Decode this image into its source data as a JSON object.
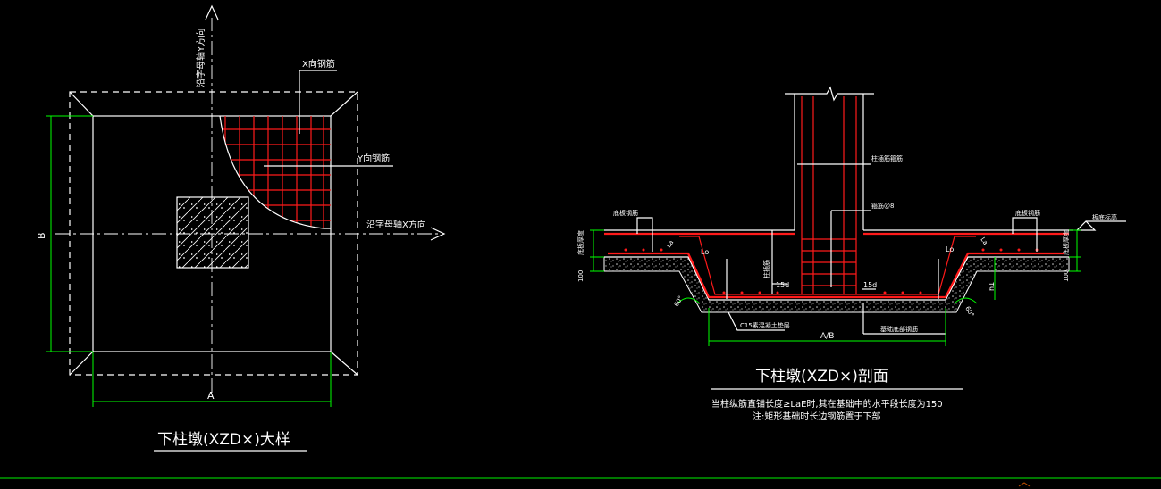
{
  "plan": {
    "title": "下柱墩(XZD×)大样",
    "label_x_bar": "X向钢筋",
    "label_y_bar": "Y向钢筋",
    "label_axis_x": "沿字母轴X方向",
    "label_axis_y": "沿字母轴Y方向",
    "dim_a": "A",
    "dim_b": "B"
  },
  "section": {
    "title": "下柱墩(XZD×)剖面",
    "note_line1": "当柱纵筋直锚长度≥LaE时,其在基础中的水平段长度为150",
    "note_line2": "注:矩形基础时长边钢筋置于下部",
    "label_column_stirrup": "柱插筋箍筋",
    "label_stirrup_spacing": "箍筋@8",
    "label_col_main": "柱插筋",
    "label_top_bar_left": "底板钢筋",
    "label_top_bar_right": "底板钢筋",
    "label_bottom_bar": "基础底部钢筋",
    "label_elev": "板底标高",
    "label_cushion": "C15素混凝土垫层",
    "label_thick_left": "底板厚度",
    "label_thick_right": "底板厚度",
    "label_cushion_left": "100",
    "label_cushion_right": "100",
    "label_lo_left": "Lo",
    "label_lo_right": "Lo",
    "label_la_left": "La",
    "label_la_right": "La",
    "label_15d_left": "15d",
    "label_15d_right": "15d",
    "label_h1": "h1",
    "label_angle": "60°",
    "dim_ab": "A/B"
  }
}
